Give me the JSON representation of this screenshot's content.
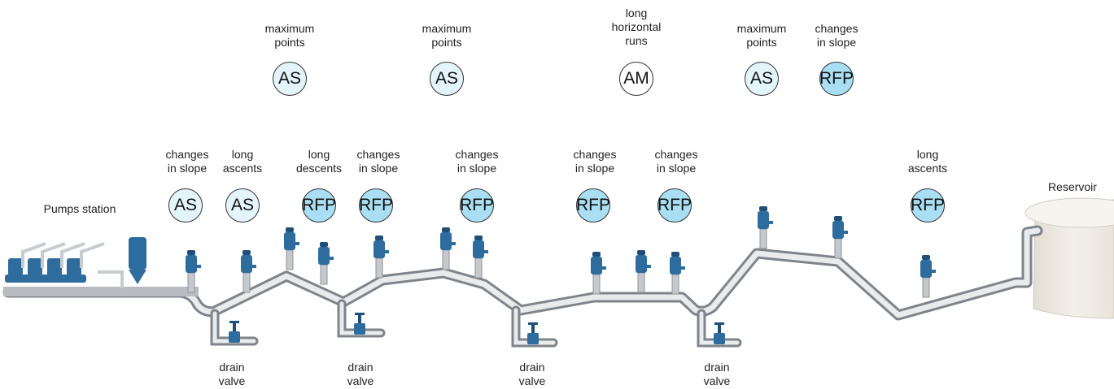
{
  "title": "",
  "station_label": "Pumps station",
  "reservoir_label": "Reservoir",
  "drain_label": "drain\nvalve",
  "legend": {
    "AS": "AS",
    "AM": "AM",
    "RFP": "RFP"
  },
  "colors": {
    "as_fill": "#e4f4fb",
    "am_fill": "#ffffff",
    "rfp_fill": "#a9def3",
    "pipe": "#c9ccd0",
    "valve": "#2f6c9e",
    "reservoir": "#eeebe4"
  },
  "top_points": [
    {
      "caption": "maximum\npoints",
      "code": "AS"
    },
    {
      "caption": "maximum\npoints",
      "code": "AS"
    },
    {
      "caption": "long\nhorizontal\nruns",
      "code": "AM"
    },
    {
      "caption": "maximum\npoints",
      "code": "AS"
    },
    {
      "caption": "changes\nin slope",
      "code": "RFP"
    }
  ],
  "mid_points": [
    {
      "caption": "changes\nin slope",
      "code": "AS"
    },
    {
      "caption": "long\nascents",
      "code": "AS"
    },
    {
      "caption": "long\ndescents",
      "code": "RFP"
    },
    {
      "caption": "changes\nin slope",
      "code": "RFP"
    },
    {
      "caption": "changes\nin slope",
      "code": "RFP"
    },
    {
      "caption": "changes\nin slope",
      "code": "RFP"
    },
    {
      "caption": "changes\nin slope",
      "code": "RFP"
    },
    {
      "caption": "long\nascents",
      "code": "RFP"
    }
  ],
  "drains": [
    "drain\nvalve",
    "drain\nvalve",
    "drain\nvalve",
    "drain\nvalve"
  ]
}
